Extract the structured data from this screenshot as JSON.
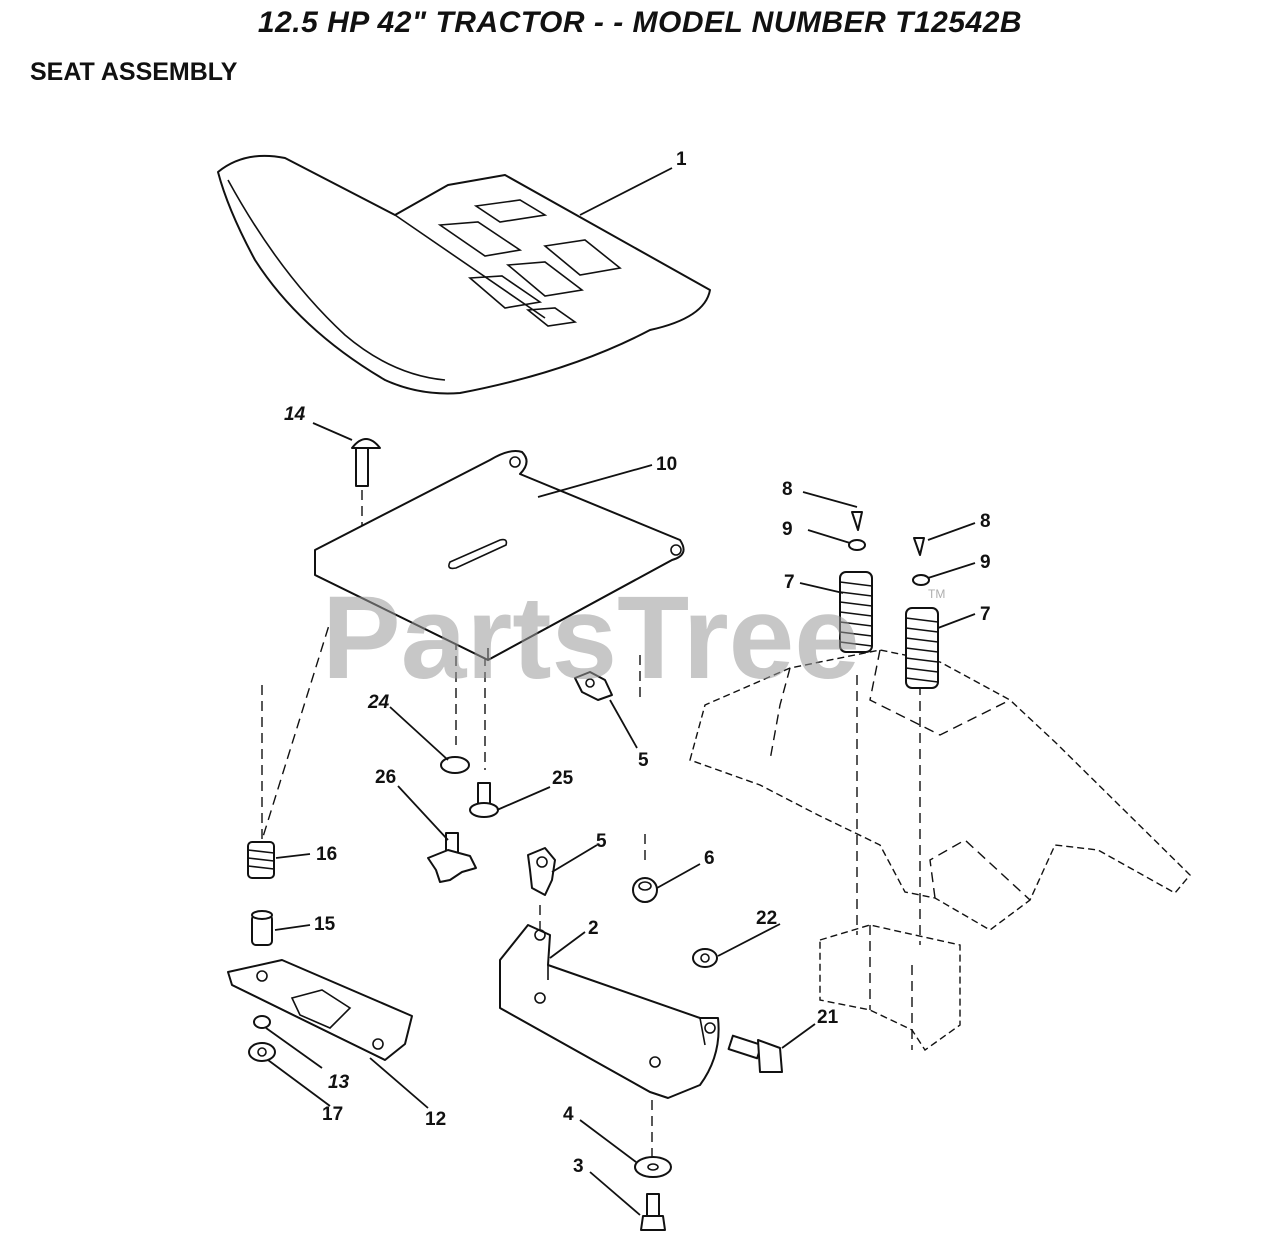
{
  "header": {
    "title": "12.5 HP 42\" TRACTOR - - MODEL NUMBER T12542B",
    "section": "SEAT ASSEMBLY"
  },
  "watermark": {
    "text": "PartsTree",
    "tm": "TM"
  },
  "callouts": [
    {
      "id": "c1",
      "label": "1"
    },
    {
      "id": "c14",
      "label": "14"
    },
    {
      "id": "c10",
      "label": "10"
    },
    {
      "id": "c8a",
      "label": "8"
    },
    {
      "id": "c9a",
      "label": "9"
    },
    {
      "id": "c8b",
      "label": "8"
    },
    {
      "id": "c9b",
      "label": "9"
    },
    {
      "id": "c7a",
      "label": "7"
    },
    {
      "id": "c7b",
      "label": "7"
    },
    {
      "id": "c24",
      "label": "24"
    },
    {
      "id": "c5a",
      "label": "5"
    },
    {
      "id": "c26",
      "label": "26"
    },
    {
      "id": "c25",
      "label": "25"
    },
    {
      "id": "c16",
      "label": "16"
    },
    {
      "id": "c5b",
      "label": "5"
    },
    {
      "id": "c6",
      "label": "6"
    },
    {
      "id": "c15",
      "label": "15"
    },
    {
      "id": "c2",
      "label": "2"
    },
    {
      "id": "c22",
      "label": "22"
    },
    {
      "id": "c21",
      "label": "21"
    },
    {
      "id": "c13",
      "label": "13"
    },
    {
      "id": "c17",
      "label": "17"
    },
    {
      "id": "c12",
      "label": "12"
    },
    {
      "id": "c4",
      "label": "4"
    },
    {
      "id": "c3",
      "label": "3"
    }
  ]
}
